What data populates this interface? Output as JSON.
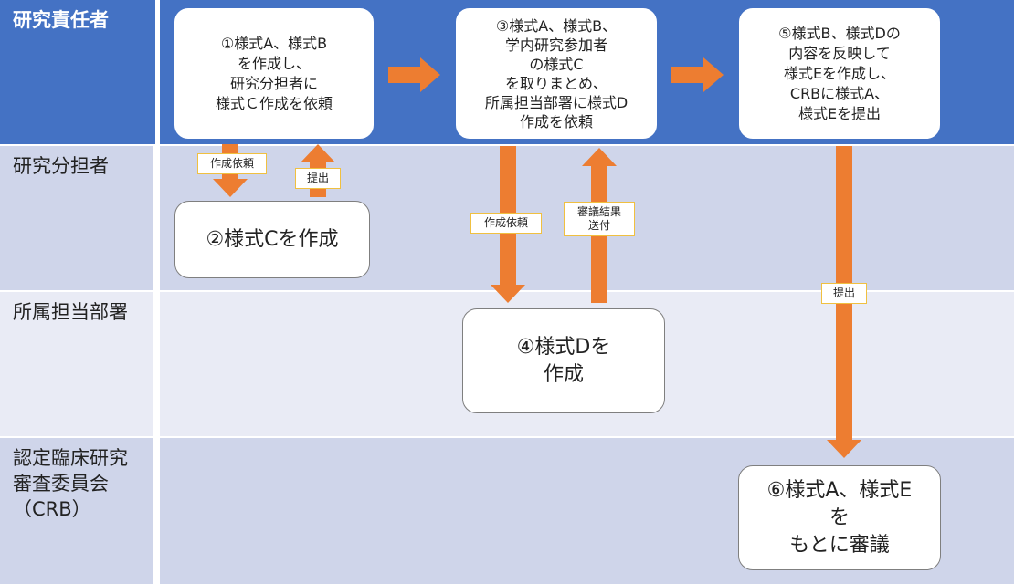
{
  "lanes": [
    {
      "label": "研究責任者"
    },
    {
      "label": "研究分担者"
    },
    {
      "label": "所属担当部署"
    },
    {
      "label": "認定臨床研究\n審査委員会\n（CRB）"
    }
  ],
  "steps": {
    "step1": "①様式A、様式B\nを作成し、\n研究分担者に\n様式Ｃ作成を依頼",
    "step2": "②様式Cを作成",
    "step3": "③様式A、様式B、\n学内研究参加者\nの様式C\nを取りまとめ、\n所属担当部署に様式D\n作成を依頼",
    "step4": "④様式Dを\n作成",
    "step5": "⑤様式B、様式Dの\n内容を反映して\n様式Eを作成し、\nCRBに様式A、\n様式Eを提出",
    "step6": "⑥様式A、様式E\nを\nもとに審議"
  },
  "arrow_labels": {
    "request_c": "作成依頼",
    "submit_c": "提出",
    "request_d": "作成依頼",
    "send_result": "審議結果\n送付",
    "submit_e": "提出"
  },
  "colors": {
    "header_lane": "#4472c4",
    "lane_alt": "#cfd5ea",
    "lane_light": "#e9ebf5",
    "arrow": "#ed7d31",
    "tag_border": "#f0c040"
  }
}
